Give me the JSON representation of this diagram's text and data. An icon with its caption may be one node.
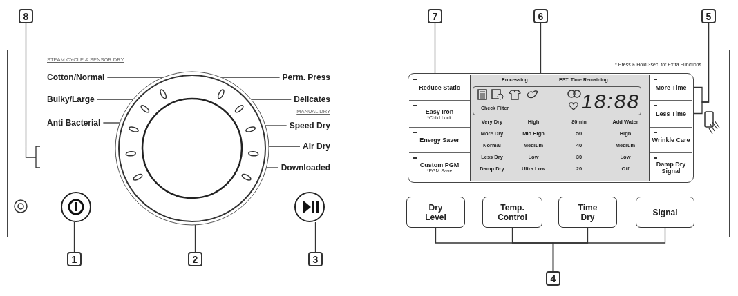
{
  "diagram": {
    "nodes": [
      {
        "text": [
          "8"
        ]
      },
      {
        "text": [
          "7"
        ]
      },
      {
        "text": [
          "6"
        ]
      },
      {
        "text": [
          "5"
        ]
      },
      {
        "text": [
          "Cotton/Normal"
        ]
      },
      {
        "text": [
          "Perm. Press"
        ]
      },
      {
        "text": [
          "Bulky/Large"
        ]
      },
      {
        "text": [
          "Delicates"
        ]
      },
      {
        "text": [
          "Anti Bacterial"
        ]
      },
      {
        "text": [
          "Speed Dry"
        ]
      },
      {
        "text": [
          "Air Dry"
        ]
      },
      {
        "text": [
          "Downloaded"
        ]
      },
      {
        "text": [],
        "shape": "circle"
      },
      {
        "text": [],
        "shape": "circle"
      },
      {
        "text": [],
        "shape": "circle"
      },
      {
        "text": [
          "Reduce Static"
        ]
      },
      {
        "text": [
          "Easy Iron",
          "*Child Lock"
        ]
      },
      {
        "text": [
          "Energy Saver"
        ]
      },
      {
        "text": [
          "Custom PGM",
          "*PGM Save"
        ]
      },
      {
        "text": [
          "Processing",
          "EST. Time Remaining",
          "18:88"
        ]
      },
      {
        "text": [
          "More Time"
        ]
      },
      {
        "text": [
          "Less Time"
        ]
      },
      {
        "text": [
          "Wrinkle Care"
        ]
      },
      {
        "text": [
          "Damp Dry Signal"
        ]
      },
      {
        "text": [
          "Dry Level"
        ]
      },
      {
        "text": [
          "Temp. Control"
        ]
      },
      {
        "text": [
          "Time Dry"
        ]
      },
      {
        "text": [
          "Signal"
        ]
      },
      {
        "text": [
          "1"
        ]
      },
      {
        "text": [
          "2"
        ]
      },
      {
        "text": [
          "3"
        ]
      },
      {
        "text": [
          "4"
        ]
      }
    ],
    "edges": [
      {
        "from": 0,
        "to": null,
        "arrow": "none"
      },
      {
        "from": 1,
        "to": 15,
        "arrow": "none"
      },
      {
        "from": 2,
        "to": 19,
        "arrow": "none"
      },
      {
        "from": 3,
        "to": 20,
        "arrow": "none"
      },
      {
        "from": 3,
        "to": 21,
        "arrow": "none"
      },
      {
        "from": 4,
        "to": 12,
        "arrow": "none"
      },
      {
        "from": 5,
        "to": 12,
        "arrow": "none"
      },
      {
        "from": 6,
        "to": 12,
        "arrow": "none"
      },
      {
        "from": 7,
        "to": 12,
        "arrow": "none"
      },
      {
        "from": 8,
        "to": 12,
        "arrow": "none"
      },
      {
        "from": 9,
        "to": 12,
        "arrow": "none"
      },
      {
        "from": 10,
        "to": 12,
        "arrow": "none"
      },
      {
        "from": 11,
        "to": 12,
        "arrow": "none"
      },
      {
        "from": 28,
        "to": 13,
        "arrow": "none"
      },
      {
        "from": 29,
        "to": 12,
        "arrow": "none"
      },
      {
        "from": 30,
        "to": 14,
        "arrow": "none"
      },
      {
        "from": 31,
        "to": 24,
        "arrow": "none"
      },
      {
        "from": 31,
        "to": 25,
        "arrow": "none"
      },
      {
        "from": 31,
        "to": 26,
        "arrow": "none"
      },
      {
        "from": 31,
        "to": 27,
        "arrow": "none"
      }
    ],
    "labels": [
      "STEAM CYCLE & SENSOR DRY",
      "MANUAL DRY",
      "* Press & Hold 3sec. for Extra Functions",
      "Check Filter",
      "Very Dry",
      "High",
      "80min",
      "Add Water",
      "More Dry",
      "Mid High",
      "50",
      "High",
      "Normal",
      "Medium",
      "40",
      "Medium",
      "Less Dry",
      "Low",
      "30",
      "Low",
      "Damp Dry",
      "Ultra Low",
      "20",
      "Off"
    ]
  }
}
